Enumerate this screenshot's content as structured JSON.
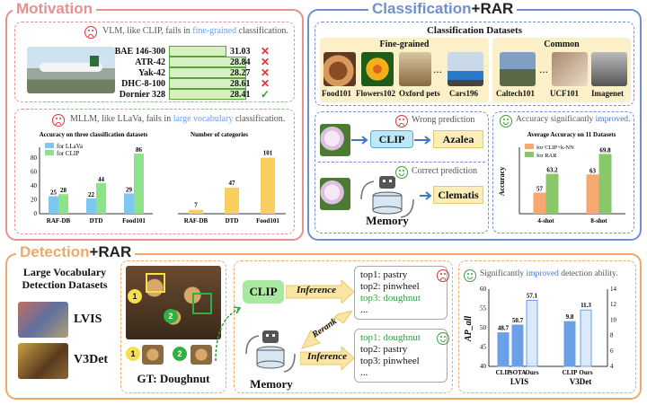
{
  "motivation": {
    "title": "Motivation",
    "vlm_note_prefix": "VLM, like CLIP, fails in ",
    "vlm_note_highlight": "fine-grained",
    "vlm_note_suffix": " classification.",
    "aircraft_scores": [
      {
        "label": "BAE 146-300",
        "value": "31.03",
        "mark": "✕"
      },
      {
        "label": "ATR-42",
        "value": "28.84",
        "mark": "✕"
      },
      {
        "label": "Yak-42",
        "value": "28.27",
        "mark": "✕"
      },
      {
        "label": "DHC-8-100",
        "value": "28.61",
        "mark": "✕"
      },
      {
        "label": "Dornier 328",
        "value": "28.41",
        "mark": "✓"
      }
    ],
    "mllm_note_prefix": "MLLM, like LLaVa, fails in ",
    "mllm_note_highlight": "large vocabulary",
    "mllm_note_suffix": " classification.",
    "chart1": {
      "title": "Accuracy on three classification datasets",
      "legend": [
        "for LLaVa",
        "for CLIP"
      ],
      "yticks": [
        "0",
        "20",
        "40",
        "60",
        "80"
      ],
      "categories": [
        "RAF-DB",
        "DTD",
        "Food101"
      ],
      "llava": [
        25,
        22,
        29
      ],
      "clip": [
        28,
        44,
        86
      ],
      "labels_llava": [
        "25",
        "22",
        "29"
      ],
      "labels_clip": [
        "28",
        "44",
        "86"
      ]
    },
    "chart2": {
      "title": "Number of categories",
      "categories": [
        "RAF-DB",
        "DTD",
        "Food101"
      ],
      "values": [
        7,
        47,
        101
      ],
      "labels": [
        "7",
        "47",
        "101"
      ]
    }
  },
  "classification": {
    "title_prefix": "Classification",
    "title_suffix": "+RAR",
    "datasets_title": "Classification Datasets",
    "fine_grained_label": "Fine-grained",
    "common_label": "Common",
    "fine_grained": [
      "Food101",
      "Flowers102",
      "Oxford pets",
      "Cars196"
    ],
    "common": [
      "Caltech101",
      "UCF101",
      "Imagenet"
    ],
    "ellipsis": "...",
    "wrong_prediction": "Wrong prediction",
    "correct_prediction": "Correct prediction",
    "clip_label": "CLIP",
    "wrong_answer": "Azalea",
    "right_answer": "Clematis",
    "memory_label": "Memory",
    "improvement_prefix": "Accuracy significantly ",
    "improvement_highlight": "improved",
    "improvement_suffix": ".",
    "chart3": {
      "title": "Average Accuracy on 11 Datasets",
      "ylabel": "Accuracy",
      "legend": [
        "for CLIP+k-NN",
        "for RAR"
      ],
      "categories": [
        "4-shot",
        "8-shot"
      ],
      "knn": [
        57,
        63
      ],
      "rar": [
        63.2,
        69.8
      ],
      "labels_knn": [
        "57",
        "63"
      ],
      "labels_rar": [
        "63.2",
        "69.8"
      ]
    }
  },
  "detection": {
    "title_prefix": "Detection",
    "title_suffix": "+RAR",
    "datasets_title": "Large Vocabulary Detection Datasets",
    "datasets": [
      "LVIS",
      "V3Det"
    ],
    "marker1": "1",
    "marker2": "2",
    "gt_label": "GT: Doughnut",
    "clip_label": "CLIP",
    "inference_label": "Inference",
    "rerank_label": "Rerank",
    "memory_label": "Memory",
    "top_before": [
      "top1: pastry",
      "top2: pinwheel",
      "top3: doughnut",
      "..."
    ],
    "top_after": [
      "top1: doughnut",
      "top2: pastry",
      "top3: pinwheel",
      "..."
    ],
    "improvement_prefix": "Significantly ",
    "improvement_highlight": "improved",
    "improvement_suffix": " detection ability.",
    "chart4": {
      "ylabel": "AP_all",
      "yticks_left": [
        "40",
        "45",
        "50",
        "55",
        "60"
      ],
      "yticks_right": [
        "4",
        "6",
        "8",
        "10",
        "12",
        "14"
      ],
      "lvis_labels": [
        "CLIP",
        "SOTA",
        "Ours"
      ],
      "v3det_labels": [
        "CLIP",
        "Ours"
      ],
      "lvis_values": [
        48.7,
        50.7,
        57.1
      ],
      "v3det_values": [
        9.8,
        11.3
      ],
      "lvis_value_labels": [
        "48.7",
        "50.7",
        "57.1"
      ],
      "v3det_value_labels": [
        "9.8",
        "11.3"
      ],
      "group_labels": [
        "LVIS",
        "V3Det"
      ]
    }
  },
  "colors": {
    "motivation": "#e8908f",
    "classification": "#6f8fcf",
    "detection": "#f0a868",
    "llava": "#7ec8ef",
    "clip": "#8ee28a",
    "categories": "#f6cf5e",
    "knn": "#f6a870",
    "rar": "#88c868",
    "clip_box": "#8fe08f",
    "ap_bar": "#6aa0e8"
  }
}
